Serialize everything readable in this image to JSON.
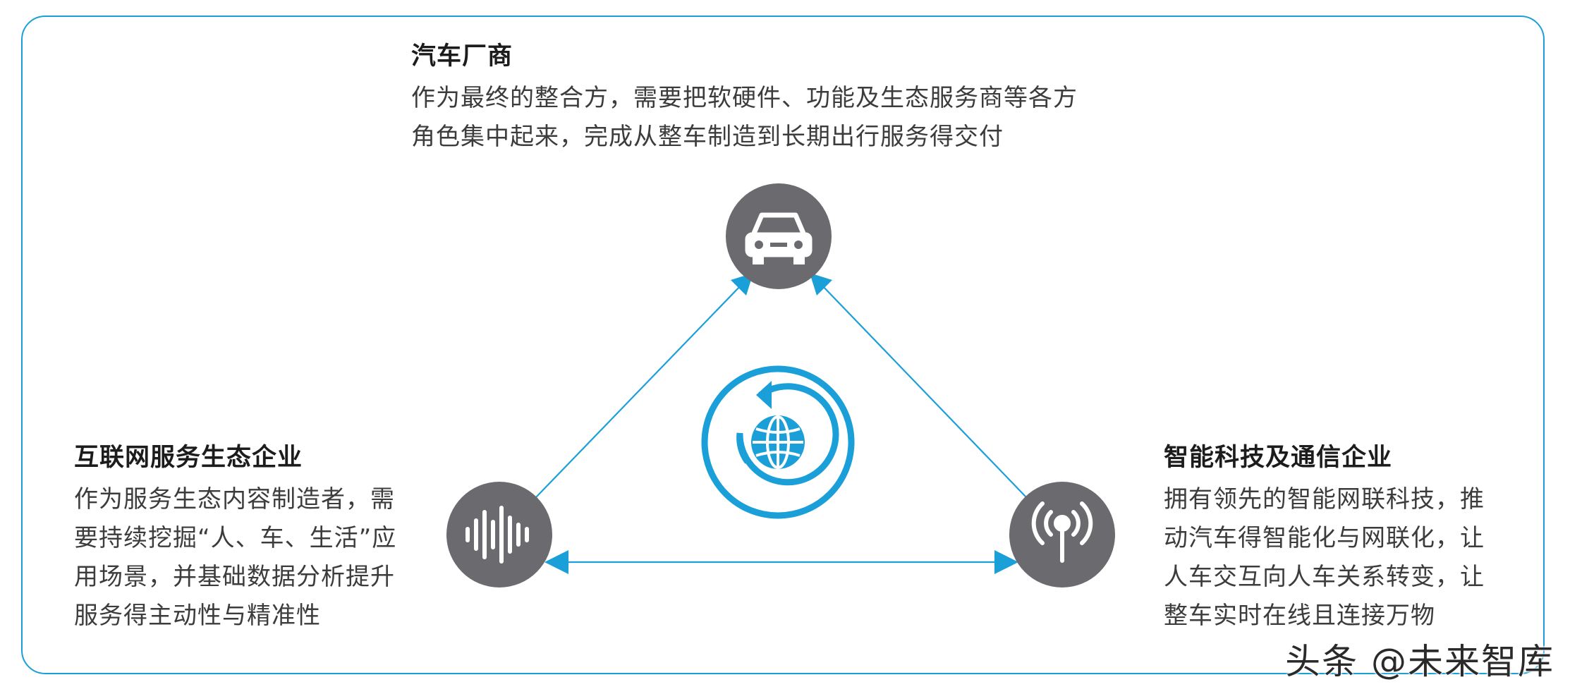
{
  "colors": {
    "accent": "#1a9fd9",
    "node_fill": "#6b6b6f",
    "icon": "#ffffff"
  },
  "nodes": {
    "automaker": {
      "title": "汽车厂商",
      "lines": [
        "作为最终的整合方，需要把软硬件、功能及生态服务商等各方",
        "角色集中起来，完成从整车制造到长期出行服务得交付"
      ],
      "icon": "car-icon"
    },
    "internet": {
      "title": "互联网服务生态企业",
      "lines": [
        "作为服务生态内容制造者，需",
        "要持续挖掘“人、车、生活”应",
        "用场景，并基础数据分析提升",
        "服务得主动性与精准性"
      ],
      "icon": "sound-wave-icon"
    },
    "tech": {
      "title": "智能科技及通信企业",
      "lines": [
        "拥有领先的智能网联科技，推",
        "动汽车得智能化与网联化，让",
        "人车交互向人车关系转变，让",
        "整车实时在线且连接万物"
      ],
      "icon": "antenna-icon"
    },
    "center": {
      "icon": "globe-cycle-icon"
    }
  },
  "watermark": "头条 @未来智库"
}
